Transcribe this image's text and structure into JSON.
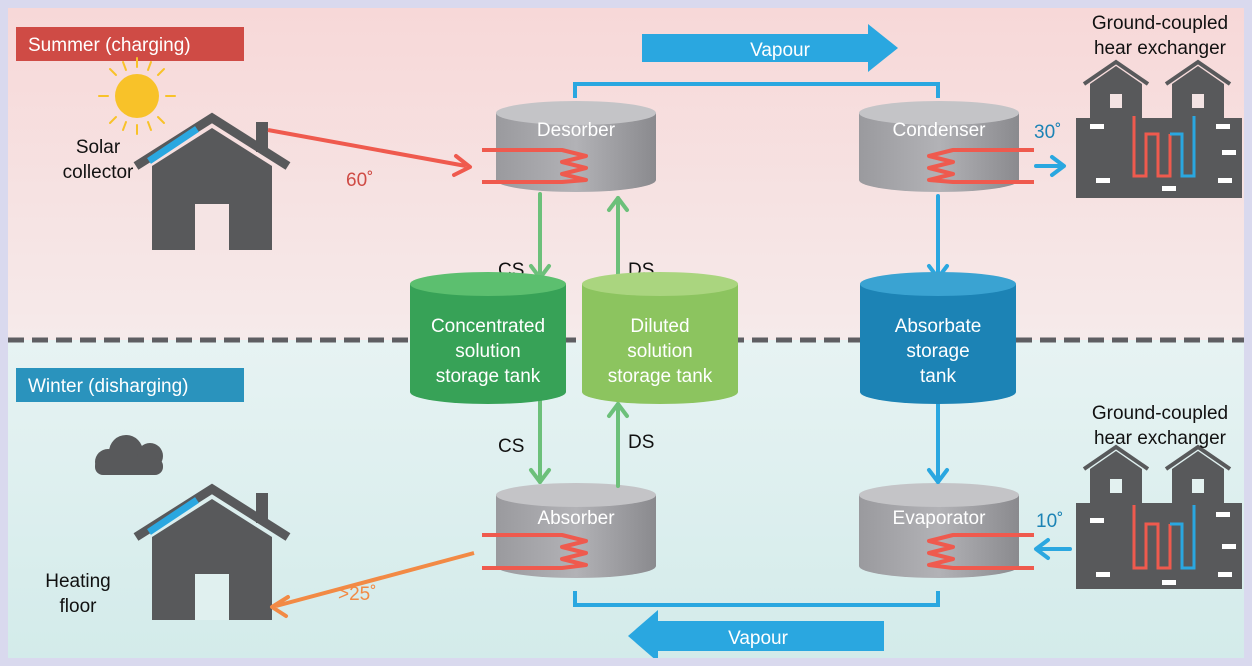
{
  "seasons": {
    "summer": {
      "label": "Summer (charging)",
      "color": "#cf4b45"
    },
    "winter": {
      "label": "Winter (disharging)",
      "color": "#2a93bd"
    }
  },
  "flows": {
    "vapour_top": "Vapour",
    "vapour_bottom": "Vapour",
    "cs_top": "CS",
    "ds_top": "DS",
    "cs_bottom": "CS",
    "ds_bottom": "DS"
  },
  "components": {
    "desorber": "Desorber",
    "condenser": "Condenser",
    "absorber": "Absorber",
    "evaporator": "Evaporator",
    "concentrated_tank": [
      "Concentrated",
      "solution",
      "storage tank"
    ],
    "diluted_tank": [
      "Diluted",
      "solution",
      "storage tank"
    ],
    "absorbate_tank": [
      "Absorbate",
      "storage",
      "tank"
    ]
  },
  "sources": {
    "solar_collector": [
      "Solar",
      "collector"
    ],
    "heating_floor": [
      "Heating",
      "floor"
    ],
    "ground_hx_top": [
      "Ground-coupled",
      "hear exchanger"
    ],
    "ground_hx_bottom": [
      "Ground-coupled",
      "hear exchanger"
    ]
  },
  "temperatures": {
    "solar": "60˚",
    "condenser": "30˚",
    "evaporator": "10˚",
    "floor": ">25˚"
  },
  "colors": {
    "red": "#ef5a4e",
    "blue": "#2aa7e0",
    "green_light": "#6cc07a",
    "green_tank_dark": "#37a257",
    "green_tank_light": "#8cc45f",
    "blue_tank": "#1c83b5",
    "orange": "#f28a45",
    "gray": "#8e8e92",
    "dark_gray": "#58595b"
  }
}
